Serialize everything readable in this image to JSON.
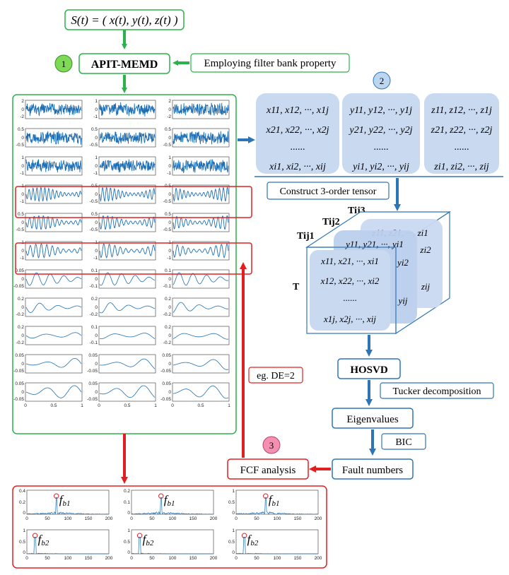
{
  "top": {
    "signal_formula": "S(t) = ( x(t), y(t), z(t) )",
    "method": "APIT-MEMD",
    "filter_note": "Employing filter bank property"
  },
  "steps": {
    "one": "1",
    "two": "2",
    "three": "3"
  },
  "matrices": {
    "x": {
      "row1": "x11, x12, ···, x1j",
      "row2": "x21, x22, ···, x2j",
      "dots": "......",
      "row3": "xi1, xi2, ···, xij"
    },
    "y": {
      "row1": "y11, y12, ···, y1j",
      "row2": "y21, y22, ···, y2j",
      "dots": "......",
      "row3": "yi1, yi2, ···, yij"
    },
    "z": {
      "row1": "z11, z12, ···, z1j",
      "row2": "z21, z22, ···, z2j",
      "dots": "......",
      "row3": "zi1, zi2, ···, zij"
    }
  },
  "tensor": {
    "construct_label": "Construct 3-order tensor",
    "label_T": "T",
    "label_Tij1": "Tij1",
    "label_Tij2": "Tij2",
    "label_Tij3": "Tij3",
    "front": {
      "r1": "x11, x21, ···, xi1",
      "r2": "x12, x22, ···, xi2",
      "dots": "......",
      "r3": "x1j, x2j, ···, xij"
    },
    "mid": {
      "r1": "y11, y21, ···, yi1",
      "r2": "yi2",
      "r3": "yij"
    },
    "back": {
      "r1": "z11, z21, ···, zi1",
      "r2": "zi2",
      "r3": "zij"
    }
  },
  "pipeline": {
    "hosvd": "HOSVD",
    "tucker": "Tucker decomposition",
    "eigen": "Eigenvalues",
    "bic": "BIC",
    "fault": "Fault numbers",
    "fcf": "FCF analysis",
    "de": "eg. DE=2"
  },
  "imf_grid": {
    "x_ticks": [
      "0",
      "0.5",
      "1"
    ],
    "rows": [
      {
        "y_ticks": [
          "2",
          "0",
          "-2"
        ],
        "y_ticks_mid": [
          "1",
          "0",
          "-1"
        ],
        "y_ticks_right": [
          "2",
          "0",
          "-2"
        ]
      },
      {
        "y_ticks": [
          "0.5",
          "0",
          "-0.5"
        ],
        "y_ticks_mid": [
          "0.5",
          "0",
          "-0.5"
        ],
        "y_ticks_right": [
          "0.5",
          "0",
          "-0.5"
        ]
      },
      {
        "y_ticks": [
          "1",
          "0",
          "-1"
        ],
        "y_ticks_mid": [
          "1",
          "0",
          "-1"
        ],
        "y_ticks_right": [
          "1",
          "0",
          "-1"
        ]
      },
      {
        "y_ticks": [
          "1",
          "0",
          "-1"
        ],
        "y_ticks_mid": [
          "0.5",
          "0",
          "-0.5"
        ],
        "y_ticks_right": [
          "0.5",
          "0",
          "-0.5"
        ]
      },
      {
        "y_ticks": [
          "0.5",
          "0",
          "-0.5"
        ],
        "y_ticks_mid": [
          "0.5",
          "0",
          "-0.5"
        ],
        "y_ticks_right": [
          "0.5",
          "0",
          "-0.5"
        ]
      },
      {
        "y_ticks": [
          "1",
          "0",
          "-1"
        ],
        "y_ticks_mid": [
          "1",
          "0",
          "-1"
        ],
        "y_ticks_right": [
          "1",
          "0",
          "-1"
        ]
      },
      {
        "y_ticks": [
          "0.05",
          "0",
          "-0.05"
        ],
        "y_ticks_mid": [
          "0.1",
          "0",
          "-0.1"
        ],
        "y_ticks_right": [
          "0.1",
          "0",
          "-0.1"
        ]
      },
      {
        "y_ticks": [
          "0.2",
          "0",
          "-0.2"
        ],
        "y_ticks_mid": [
          "0.2",
          "0",
          "-0.2"
        ],
        "y_ticks_right": [
          "0.2",
          "0",
          "-0.2"
        ]
      },
      {
        "y_ticks": [
          "0.2",
          "0",
          "-0.2"
        ],
        "y_ticks_mid": [
          "0.1",
          "0",
          "-0.1"
        ],
        "y_ticks_right": [
          "0.2",
          "0",
          "-0.2"
        ]
      },
      {
        "y_ticks": [
          "0.05",
          "0",
          "-0.05"
        ],
        "y_ticks_mid": [
          "0.05",
          "0",
          "-0.05"
        ],
        "y_ticks_right": [
          "0.05",
          "0",
          "-0.05"
        ]
      },
      {
        "y_ticks": [
          "0.05",
          "0",
          "-0.05"
        ],
        "y_ticks_mid": [
          "0.05",
          "0",
          "-0.05"
        ],
        "y_ticks_right": [
          "0.05",
          "0",
          "-0.05"
        ]
      }
    ]
  },
  "spectra": {
    "x_ticks": [
      "0",
      "50",
      "100",
      "150",
      "200"
    ],
    "fb1": "fb1",
    "fb2": "fb2",
    "top_y_ticks": [
      [
        "0.4",
        "0.2",
        "0"
      ],
      [
        "0.2",
        "0.1",
        "0"
      ],
      [
        "1",
        "0.5",
        "0"
      ]
    ],
    "bottom_y_ticks": [
      [
        "1",
        "0.5",
        "0"
      ],
      [
        "1",
        "0.5",
        "0"
      ],
      [
        "1",
        "0.5",
        "0"
      ]
    ]
  },
  "colors": {
    "green": "#2bb24c",
    "blue": "#2e75b6",
    "red": "#e02020",
    "panel_fill": "#c9d9f0",
    "signal": "#1f6fb5",
    "step1_fill": "#7ed957",
    "step2_fill": "#bcd6f0",
    "step3_fill": "#f48fb1"
  }
}
